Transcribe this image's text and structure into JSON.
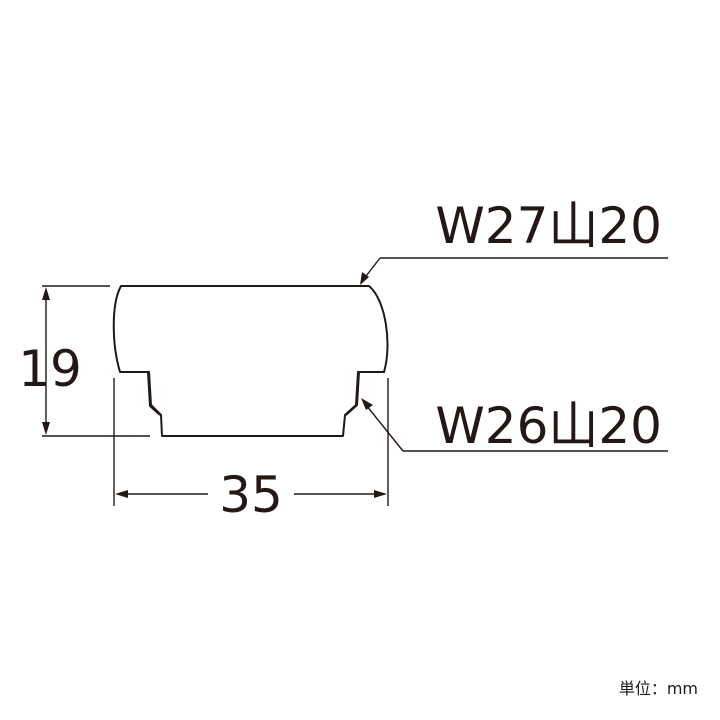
{
  "dimensions": {
    "height": "19",
    "width": "35"
  },
  "thread_labels": {
    "outer": "W27山20",
    "inner": "W26山20"
  },
  "unit_label": "単位：mm",
  "colors": {
    "line": "#231815",
    "background": "#ffffff"
  }
}
